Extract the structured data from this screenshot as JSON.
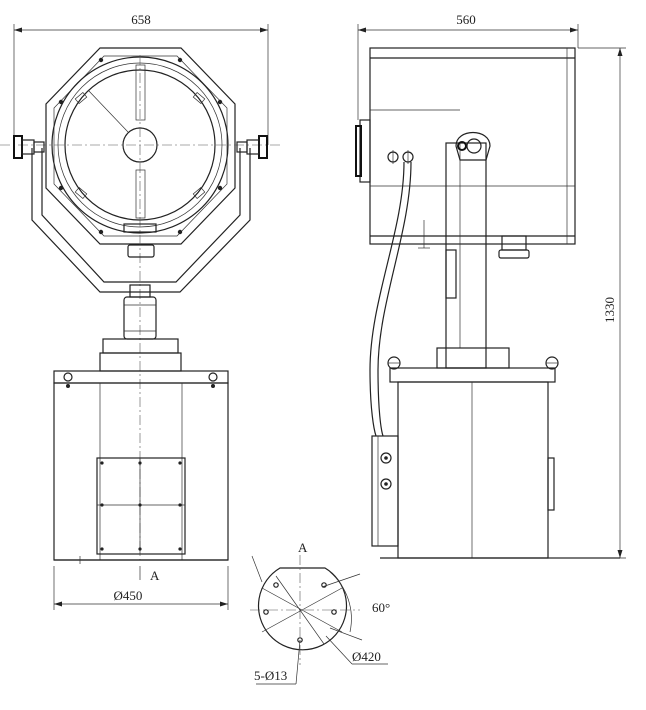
{
  "dimensions": {
    "front_width": "658",
    "side_width": "560",
    "height": "1330",
    "base_diameter": "Ø450",
    "flange_diameter": "Ø420",
    "holes": "5-Ø13",
    "angle": "60°"
  },
  "labels": {
    "view_mark_front": "A",
    "view_mark_flange": "A"
  },
  "colors": {
    "line": "#222222",
    "background": "#ffffff"
  }
}
